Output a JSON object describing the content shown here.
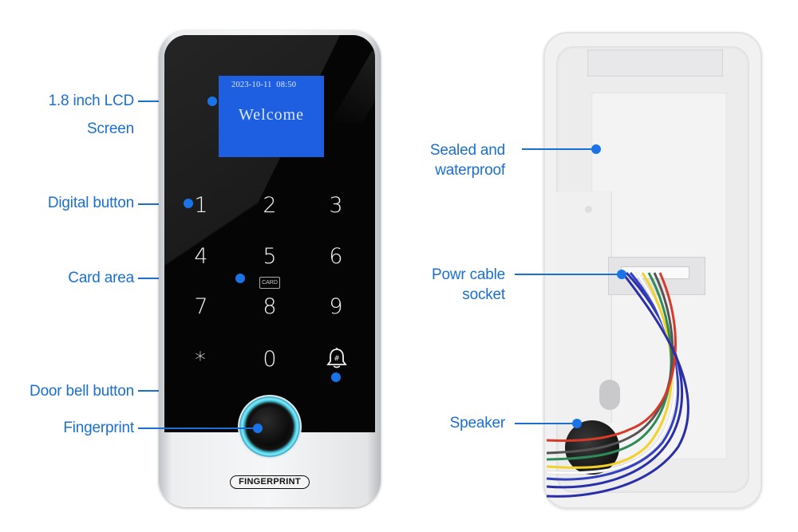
{
  "front_device": {
    "lcd": {
      "date": "2023-10-11",
      "time": "08:50",
      "datetime_display": "2023-10-11  08:50",
      "message": "Welcome",
      "color": "#1d5fe0"
    },
    "keypad": {
      "keys": [
        "1",
        "2",
        "3",
        "4",
        "5",
        "6",
        "7",
        "8",
        "9",
        "*",
        "0",
        "#"
      ],
      "card_badge": "CARD",
      "bell_key_symbol": "#"
    },
    "fingerprint_badge": "FINGERPRINT",
    "fingerprint_ring_color": "#3ed0e8"
  },
  "callouts_left": [
    {
      "id": "lcd",
      "lines": [
        "1.8 inch LCD",
        "Screen"
      ]
    },
    {
      "id": "digital-button",
      "lines": [
        "Digital button"
      ]
    },
    {
      "id": "card-area",
      "lines": [
        "Card area"
      ]
    },
    {
      "id": "door-bell",
      "lines": [
        "Door bell button"
      ]
    },
    {
      "id": "fingerprint",
      "lines": [
        "Fingerprint"
      ]
    }
  ],
  "callouts_right": [
    {
      "id": "sealed",
      "lines": [
        "Sealed and",
        "waterproof"
      ]
    },
    {
      "id": "power-socket",
      "lines": [
        "Powr cable",
        "socket"
      ]
    },
    {
      "id": "speaker",
      "lines": [
        "Speaker"
      ]
    }
  ],
  "colors": {
    "callout_text": "#1a6fd1",
    "callout_dot": "#1a74e8",
    "wires": [
      "#2a2fa8",
      "#3340c0",
      "#ffffff",
      "#f2d22a",
      "#2e8b57",
      "#555555",
      "#d83a2a"
    ]
  }
}
